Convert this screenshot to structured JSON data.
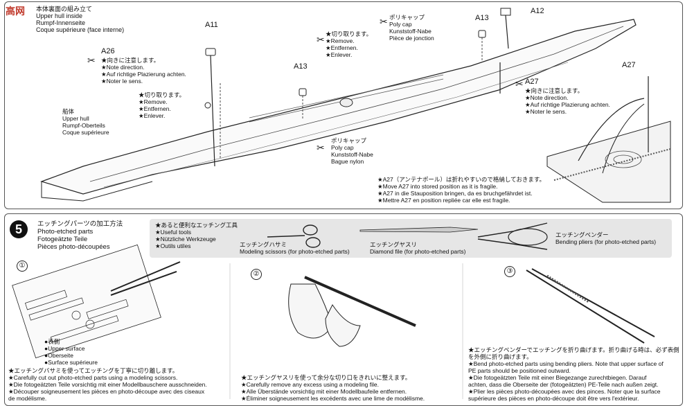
{
  "logo": {
    "text": "高网"
  },
  "upper_hull_inside": {
    "jp": "本体裏面の組み立て",
    "en": "Upper hull inside",
    "de": "Rumpf-Innenseite",
    "fr": "Coque supérieure (face interne)"
  },
  "parts": {
    "a11": "A11",
    "a12": "A12",
    "a13_left": "A13",
    "a13_right": "A13",
    "a26": "A26",
    "a27_mid": "A27",
    "a27_right": "A27"
  },
  "note_direction_a26": {
    "jp": "★向きに注意します。",
    "en": "★Note direction.",
    "de": "★Auf richtige Plazierung achten.",
    "fr": "★Noter le sens."
  },
  "remove_left": {
    "jp": "★切り取ります。",
    "en": "★Remove.",
    "de": "★Entfernen.",
    "fr": "★Enlever."
  },
  "remove_mid": {
    "jp": "★切り取ります。",
    "en": "★Remove.",
    "de": "★Entfernen.",
    "fr": "★Enlever."
  },
  "hull": {
    "jp": "船体",
    "en": "Upper hull",
    "de": "Rumpf-Oberteils",
    "fr": "Coque supérieure"
  },
  "poly_cap_top": {
    "jp": "ポリキャップ",
    "en": "Poly cap",
    "de": "Kunststoff-Nabe",
    "fr": "Pièce de jonction"
  },
  "poly_cap_mid": {
    "jp": "ポリキャップ",
    "en": "Poly cap",
    "de": "Kunststoff-Nabe",
    "fr": "Bague nylon"
  },
  "note_direction_a27": {
    "jp": "★向きに注意します。",
    "en": "★Note direction.",
    "de": "★Auf richtige Plazierung achten.",
    "fr": "★Noter le sens."
  },
  "antenna_note": {
    "jp": "★A27（アンテナポール）は折れやすいので格納しておきます。",
    "en": "★Move A27 into stored position as it is fragile.",
    "de": "★A27 in die Stauposition bringen, da es bruchgefährdet ist.",
    "fr": "★Mettre A27 en position repliée car elle est fragile."
  },
  "step5": {
    "number": "5",
    "jp": "エッチングパーツの加工方法",
    "en": "Photo-etched parts",
    "de": "Fotogeätzte Teile",
    "fr": "Pièces photo-découpées"
  },
  "useful_tools": {
    "jp": "★あると便利なエッチング工具",
    "en": "★Useful tools",
    "de": "★Nützliche Werkzeuge",
    "fr": "★Outils utiles"
  },
  "tools": [
    {
      "jp": "エッチングハサミ",
      "en": "Modeling scissors (for photo-etched parts)"
    },
    {
      "jp": "エッチングヤスリ",
      "en": "Diamond file (for photo-etched parts)"
    },
    {
      "jp": "エッチングベンダー",
      "en": "Bending pliers (for photo-etched parts)"
    }
  ],
  "sub_steps": [
    "①",
    "②",
    "③"
  ],
  "upper_surface": {
    "jp": "●表側",
    "en": "●Upper surface",
    "de": "●Oberseite",
    "fr": "●Surface supérieure"
  },
  "step1_text": [
    "★エッチングバサミを使ってエッチングを丁寧に切り離します。",
    "★Carefully cut out photo-etched parts using a modeling scissors.",
    "★Die fotogeätzten Teile vorsichtig mit einer Modellbauschere ausschneiden.",
    "★Découper soigneusement les pièces en photo-découpe avec des ciseaux",
    "de modélisme."
  ],
  "step2_text": [
    "★エッチングヤスリを使って余分な切り口をきれいに整えます。",
    "★Carefully remove any excess using a modeling file.",
    "★Alle Überstände vorsichtig mit einer Modellbaufeile entfernen.",
    "★Éliminer soigneusement les excédents avec une lime de modélisme."
  ],
  "step3_text": [
    "★エッチングベンダーでエッチングを折り曲げます。折り曲げる時は、必ず表側",
    "を外側に折り曲げます。",
    "★Bend photo-etched parts using bending pliers. Note that upper surface of",
    "PE parts should be positioned outward.",
    "★Die fotogeätzten Teile mit einer Biegezange zurechtbiegen. Darauf",
    "achten, dass die Oberseite der (fotogeätzten) PE-Teile nach außen zeigt.",
    "★Plier les pièces photo-découpées avec des pinces. Noter que la surface",
    "supérieure des pièces en photo-découpe doit être vers l'extérieur."
  ]
}
